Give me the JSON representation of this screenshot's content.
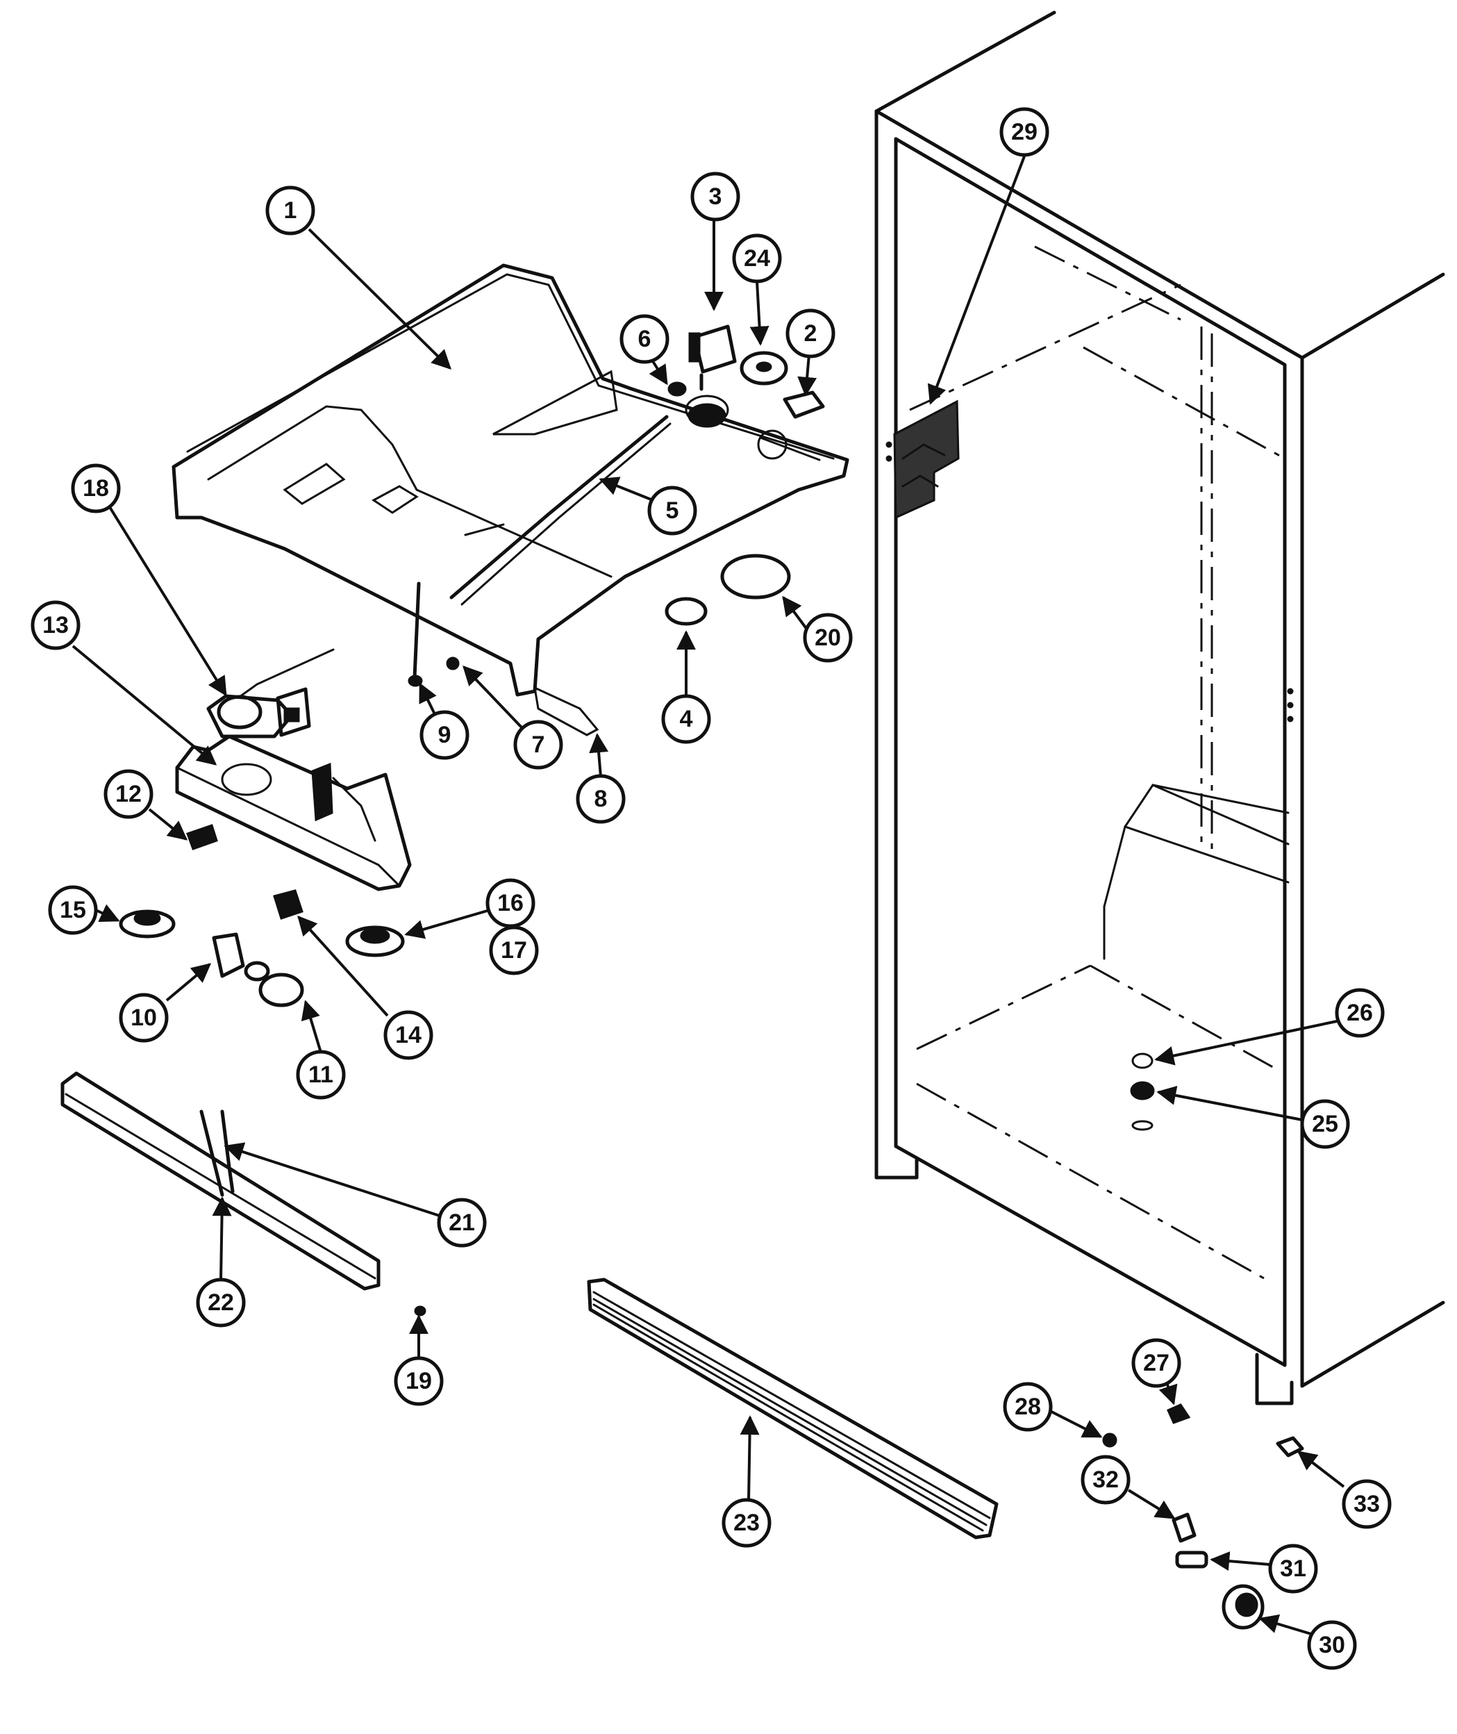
{
  "callouts": [
    {
      "label": "1"
    },
    {
      "label": "2"
    },
    {
      "label": "3"
    },
    {
      "label": "4"
    },
    {
      "label": "5"
    },
    {
      "label": "6"
    },
    {
      "label": "7"
    },
    {
      "label": "8"
    },
    {
      "label": "9"
    },
    {
      "label": "10"
    },
    {
      "label": "11"
    },
    {
      "label": "12"
    },
    {
      "label": "13"
    },
    {
      "label": "14"
    },
    {
      "label": "15"
    },
    {
      "label": "16"
    },
    {
      "label": "17"
    },
    {
      "label": "18"
    },
    {
      "label": "19"
    },
    {
      "label": "20"
    },
    {
      "label": "21"
    },
    {
      "label": "22"
    },
    {
      "label": "23"
    },
    {
      "label": "24"
    },
    {
      "label": "25"
    },
    {
      "label": "26"
    },
    {
      "label": "27"
    },
    {
      "label": "28"
    },
    {
      "label": "29"
    },
    {
      "label": "30"
    },
    {
      "label": "31"
    },
    {
      "label": "32"
    },
    {
      "label": "33"
    }
  ]
}
